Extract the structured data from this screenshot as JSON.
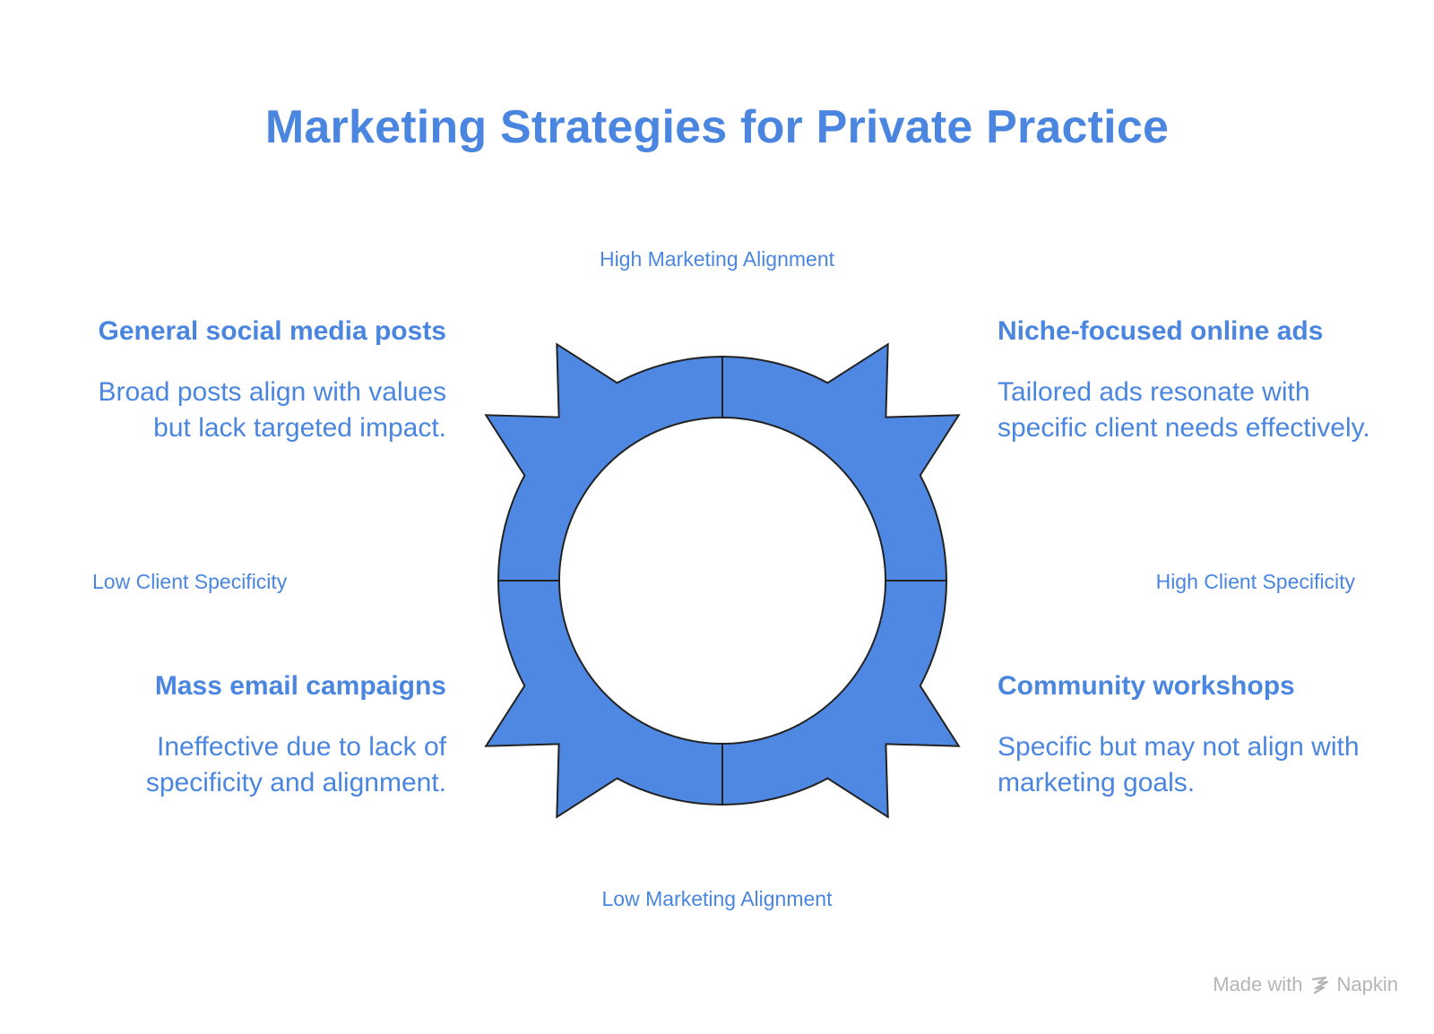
{
  "title": "Marketing Strategies for Private Practice",
  "axes": {
    "top": "High Marketing Alignment",
    "bottom": "Low Marketing Alignment",
    "left": "Low Client Specificity",
    "right": "High Client Specificity"
  },
  "quadrants": {
    "top_left": {
      "heading": "General social media posts",
      "description": "Broad posts align with values but lack targeted impact."
    },
    "top_right": {
      "heading": "Niche-focused online ads",
      "description": "Tailored ads resonate with specific client needs effectively."
    },
    "bottom_left": {
      "heading": "Mass email campaigns",
      "description": "Ineffective due to lack of specificity and alignment."
    },
    "bottom_right": {
      "heading": "Community workshops",
      "description": "Specific but may not align with marketing goals."
    }
  },
  "colors": {
    "accent": "#4a86e0",
    "ring_fill": "#4f88e3",
    "ring_stroke": "#222222",
    "footer": "#b5b5b5"
  },
  "footer": {
    "made_with": "Made with",
    "brand": "Napkin",
    "icon": "napkin-logo-icon"
  }
}
